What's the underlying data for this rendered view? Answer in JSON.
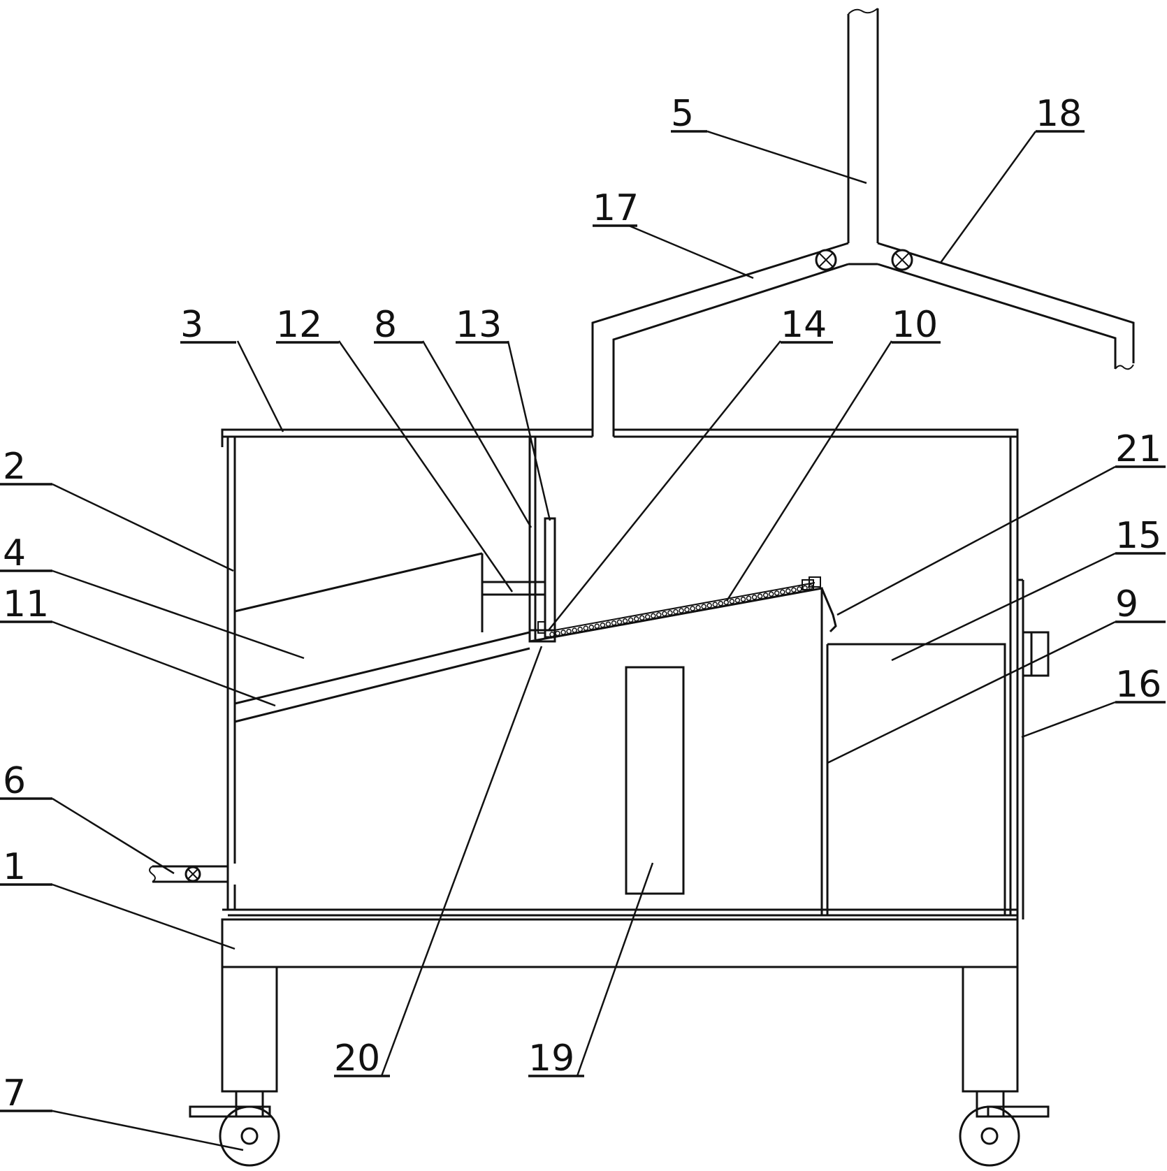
{
  "labels": [
    {
      "id": "1",
      "text": "1"
    },
    {
      "id": "2",
      "text": "2"
    },
    {
      "id": "3",
      "text": "3"
    },
    {
      "id": "4",
      "text": "4"
    },
    {
      "id": "5",
      "text": "5"
    },
    {
      "id": "6",
      "text": "6"
    },
    {
      "id": "7",
      "text": "7"
    },
    {
      "id": "8",
      "text": "8"
    },
    {
      "id": "9",
      "text": "9"
    },
    {
      "id": "10",
      "text": "10"
    },
    {
      "id": "11",
      "text": "11"
    },
    {
      "id": "12",
      "text": "12"
    },
    {
      "id": "13",
      "text": "13"
    },
    {
      "id": "14",
      "text": "14"
    },
    {
      "id": "15",
      "text": "15"
    },
    {
      "id": "16",
      "text": "16"
    },
    {
      "id": "17",
      "text": "17"
    },
    {
      "id": "18",
      "text": "18"
    },
    {
      "id": "19",
      "text": "19"
    },
    {
      "id": "20",
      "text": "20"
    },
    {
      "id": "21",
      "text": "21"
    }
  ]
}
